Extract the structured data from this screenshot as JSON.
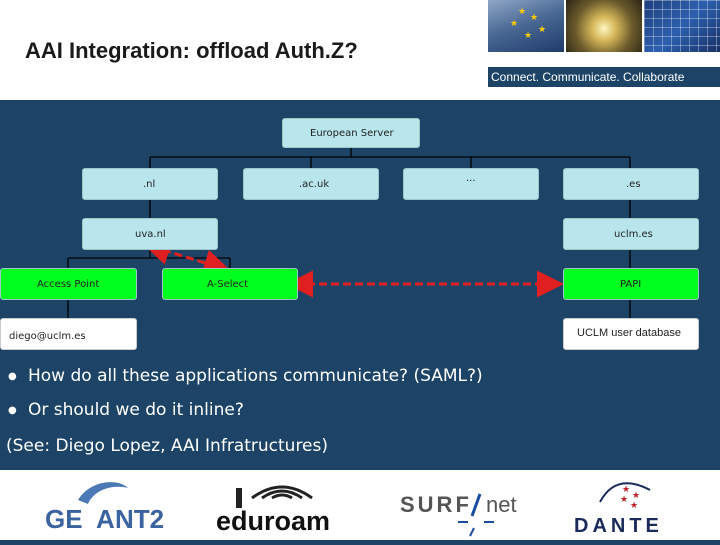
{
  "header": {
    "title": "AAI Integration: offload Auth.Z?",
    "tagline": "Connect. Communicate. Collaborate"
  },
  "diagram": {
    "root": "European Server",
    "level1": [
      ".nl",
      ".ac.uk",
      "...",
      ".es"
    ],
    "level2": [
      "uva.nl",
      "uclm.es"
    ],
    "level3": [
      "Access Point",
      "A-Select",
      "PAPI"
    ],
    "level4": [
      "diego@uclm.es",
      "UCLM user database"
    ],
    "colors": {
      "cyan_box": "#b8e6ec",
      "green_box": "#00ff1e",
      "white_box": "#ffffff",
      "arrow": "#e02020",
      "line": "#000000"
    }
  },
  "bullets": [
    "How do all these applications communicate? (SAML?)",
    "Or should we do it inline?"
  ],
  "note": "(See: Diego Lopez, AAI Infratructures)",
  "footer": {
    "logos": {
      "geant_ge": "GE",
      "geant_nt2": "NT2",
      "eduroam": "eduroam",
      "surf": "SURF",
      "net": "net",
      "dante": "DANTE"
    }
  },
  "icons": [
    "eu-flag-photo",
    "light-photo",
    "network-map-photo",
    "geant-swirl-icon",
    "eduroam-waves-icon",
    "dante-stars-icon"
  ]
}
